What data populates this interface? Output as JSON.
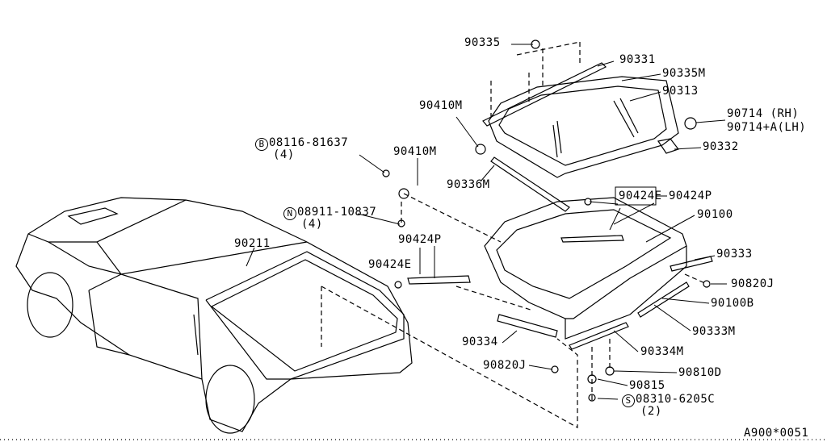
{
  "diagram_id": "A900*0051",
  "parts": {
    "p90335": "90335",
    "p90331": "90331",
    "p90335M": "90335M",
    "p90313": "90313",
    "p90410M_a": "90410M",
    "p90410M_b": "90410M",
    "p90714_rh": "90714  (RH)",
    "p90714_lh": "90714+A(LH)",
    "p90332": "90332",
    "bolt_prefix": "B",
    "bolt": "08116-81637",
    "bolt_qty": "(4)",
    "p90336M": "90336M",
    "p90424E_a": "90424E",
    "p90424P_a": "90424P",
    "nut_prefix": "N",
    "nut": "08911-10837",
    "nut_qty": "(4)",
    "p90100": "90100",
    "p90211": "90211",
    "p90424P_b": "90424P",
    "p90424E_b": "90424E",
    "p90333": "90333",
    "p90820J_a": "90820J",
    "p90100B": "90100B",
    "p90333M": "90333M",
    "p90334": "90334",
    "p90334M": "90334M",
    "p90820J_b": "90820J",
    "p90810D": "90810D",
    "p90815": "90815",
    "screw_prefix": "S",
    "screw": "08310-6205C",
    "screw_qty": "(2)"
  }
}
